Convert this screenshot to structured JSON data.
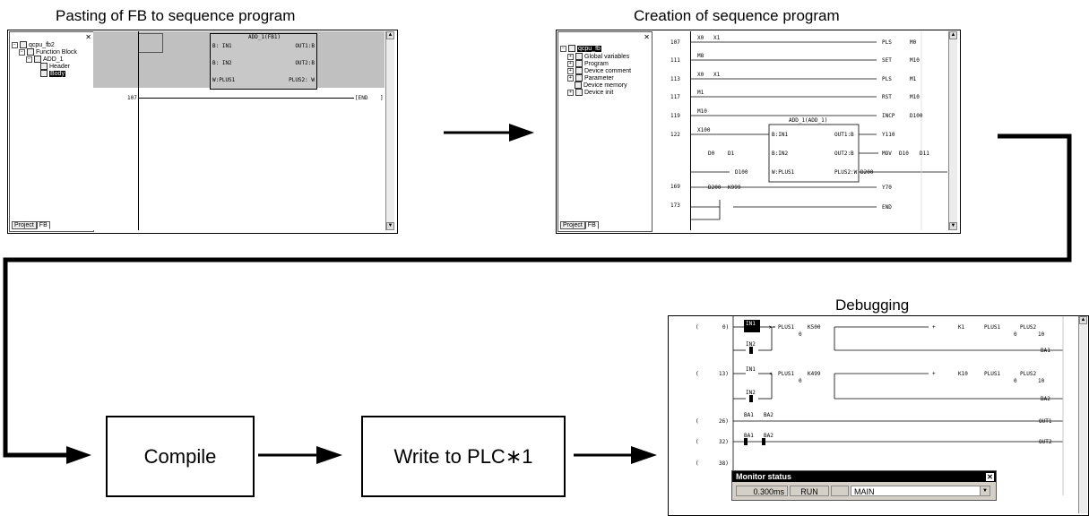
{
  "titles": {
    "pasting": "Pasting of FB to sequence program",
    "creation": "Creation of sequence program",
    "debugging": "Debugging"
  },
  "boxes": {
    "compile": "Compile",
    "write": "Write to PLC∗1"
  },
  "win1": {
    "tree": [
      "qcpu_fb2",
      "Function Block",
      "ADD_1",
      "Header",
      "Body"
    ],
    "tabs": [
      "Project",
      "FB"
    ],
    "fb": {
      "name": "ADD_1(FB1)",
      "left": [
        "B: IN1",
        "B: IN2",
        "W:PLUS1"
      ],
      "right": [
        "OUT1:B",
        "OUT2:B",
        "PLUS2: W"
      ]
    },
    "step": "107",
    "end": "[END"
  },
  "win2": {
    "tree": [
      "qcpu_fb",
      "Global variables",
      "Program",
      "Device comment",
      "Parameter",
      "Device memory",
      "Device init"
    ],
    "tabs": [
      "Project",
      "FB"
    ],
    "steps": [
      "107",
      "111",
      "113",
      "117",
      "119",
      "122",
      "169",
      "173"
    ],
    "contacts": [
      "X0",
      "X1",
      "M8",
      "X0",
      "X1",
      "M1",
      "M10",
      "X100",
      "D200",
      "K999"
    ],
    "coils": [
      "PLS",
      "M0",
      "SET",
      "M10",
      "PLS",
      "M1",
      "RST",
      "M10",
      "INCP",
      "D100",
      "Y110",
      "MOV",
      "D10",
      "D11",
      "Y70",
      "END"
    ],
    "fb": {
      "name": "ADD_1(ADD_1)",
      "left": [
        "B:IN1",
        "B:IN2",
        "W:PLUS1"
      ],
      "right": [
        "OUT1:B",
        "OUT2:B",
        "PLUS2:W"
      ],
      "inputs": [
        "D0",
        "D1",
        "D100",
        "D200"
      ]
    }
  },
  "win3": {
    "steps": [
      "0)",
      "13)",
      "26)",
      "32)",
      "38)"
    ],
    "rung1": [
      "IN1",
      ">=",
      "PLUS1",
      "K500",
      "0",
      "+",
      "K1",
      "PLUS1",
      "PLUS2",
      "0",
      "10",
      "IN2",
      "BA1"
    ],
    "rung2": [
      "IN1",
      "<",
      "PLUS1",
      "K499",
      "0",
      "+",
      "K10",
      "PLUS1",
      "PLUS2",
      "0",
      "10",
      "IN2",
      "BA2"
    ],
    "rung3": [
      "BA1",
      "BA2",
      "OUT1"
    ],
    "rung4": [
      "BA1",
      "BA2",
      "OUT2"
    ],
    "monitor": {
      "title": "Monitor status",
      "scan": "0.300ms",
      "status": "RUN",
      "program": "MAIN"
    }
  }
}
